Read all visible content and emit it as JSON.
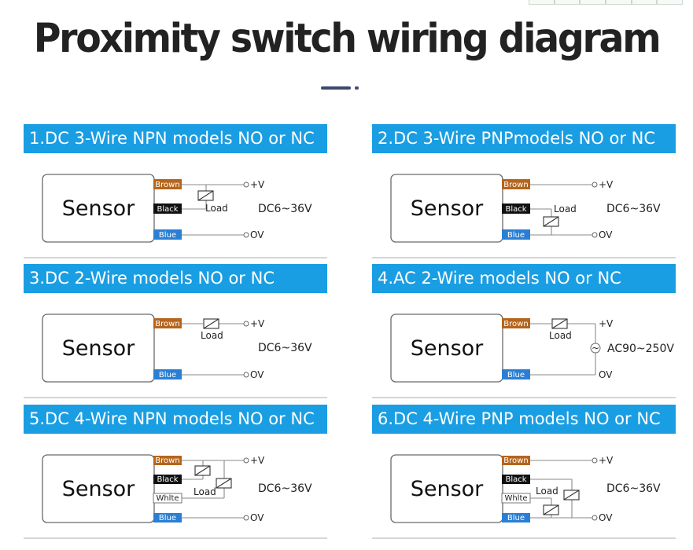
{
  "title": "Proximity switch wiring diagram",
  "colors": {
    "header": "#1a9ee3",
    "brown": "#b5651d",
    "black": "#111111",
    "blue": "#2a7fd4",
    "white_tag_border": "#777777"
  },
  "wire_tags": {
    "brown": "Brown",
    "black": "Black",
    "blue": "Blue",
    "white": "Whlte"
  },
  "common": {
    "sensor": "Sensor",
    "load": "Load",
    "plus_v": "+V",
    "zero_v": "OV",
    "dc_range": "DC6~36V"
  },
  "panels": [
    {
      "header": "1.DC 3-Wire NPN models NO or NC"
    },
    {
      "header": "2.DC 3-Wire PNPmodels NO or NC"
    },
    {
      "header": "3.DC 2-Wire models NO or NC"
    },
    {
      "header": "4.AC 2-Wire  models NO or NC",
      "ac_range": "AC90~250V",
      "ac_symbol": "~"
    },
    {
      "header": "5.DC 4-Wire NPN models NO or NC"
    },
    {
      "header": "6.DC 4-Wire PNP models NO or NC"
    }
  ]
}
